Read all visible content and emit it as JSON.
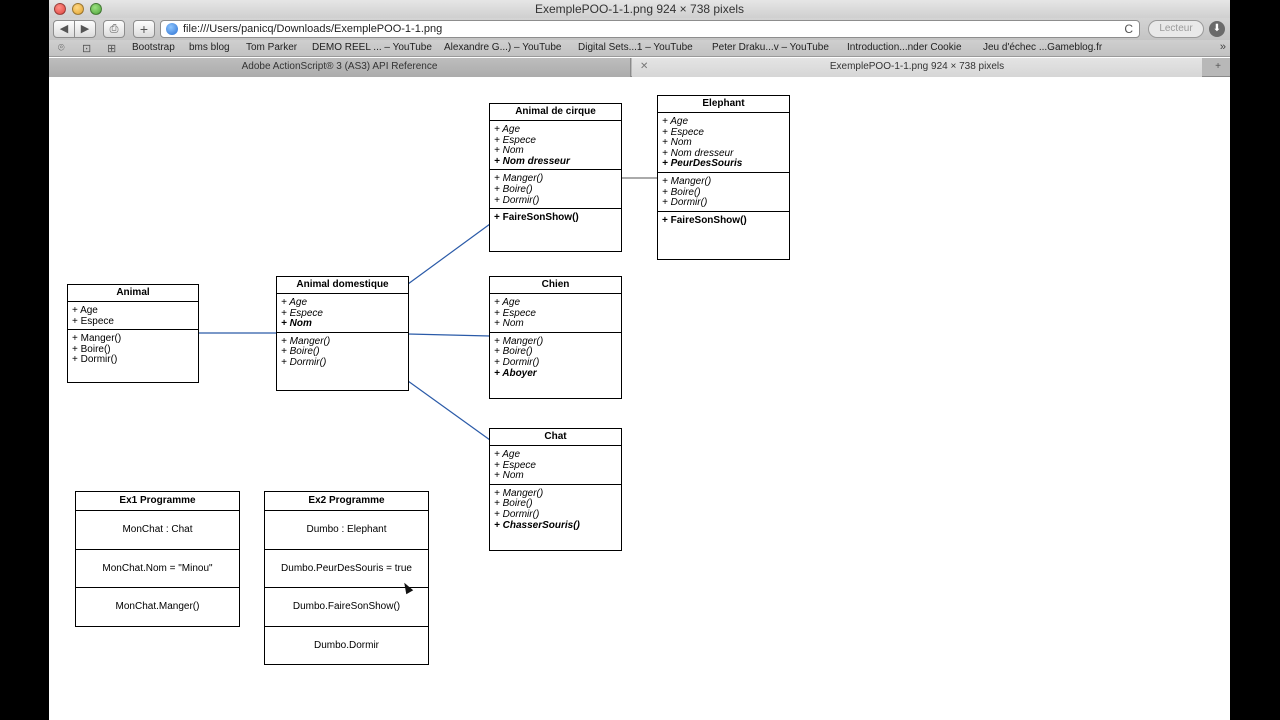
{
  "window": {
    "title": "ExemplePOO-1-1.png 924 × 738 pixels"
  },
  "toolbar": {
    "back": "◀",
    "forward": "▶",
    "add": "+",
    "url": "file:///Users/panicq/Downloads/ExemplePOO-1-1.png",
    "reload": "C",
    "reader_label": "Lecteur"
  },
  "bookmarks": [
    "Bootstrap",
    "bms blog",
    "Tom Parker",
    "DEMO REEL ... – YouTube",
    "Alexandre G...) – YouTube",
    "Digital Sets...1 – YouTube",
    "Peter Draku...v – YouTube",
    "Introduction...nder Cookie",
    "Jeu d'échec ...Gameblog.fr"
  ],
  "tabs": [
    {
      "label": "Adobe ActionScript® 3 (AS3) API Reference"
    },
    {
      "label": "ExemplePOO-1-1.png 924 × 738 pixels"
    }
  ],
  "diagram": {
    "animal": {
      "title": "Animal",
      "attributes": [
        "+ Age",
        "+ Espece"
      ],
      "methods": [
        "+ Manger()",
        "+ Boire()",
        "+ Dormir()"
      ]
    },
    "animal_domestique": {
      "title": "Animal domestique",
      "attributes": [
        "+ Age",
        "+ Espece",
        "+ Nom"
      ],
      "methods": [
        "+ Manger()",
        "+ Boire()",
        "+ Dormir()"
      ]
    },
    "animal_cirque": {
      "title": "Animal de cirque",
      "attributes": [
        "+ Age",
        "+ Espece",
        "+ Nom",
        "+ Nom dresseur"
      ],
      "methods": [
        "+ Manger()",
        "+ Boire()",
        "+ Dormir()"
      ],
      "extra": [
        "+ FaireSonShow()"
      ]
    },
    "elephant": {
      "title": "Elephant",
      "attributes": [
        "+ Age",
        "+ Espece",
        "+ Nom",
        "+ Nom dresseur",
        "+ PeurDesSouris"
      ],
      "methods": [
        "+ Manger()",
        "+ Boire()",
        "+ Dormir()"
      ],
      "extra": [
        "+ FaireSonShow()"
      ]
    },
    "chien": {
      "title": "Chien",
      "attributes": [
        "+ Age",
        "+ Espece",
        "+ Nom"
      ],
      "methods": [
        "+ Manger()",
        "+ Boire()",
        "+ Dormir()",
        "+ Aboyer"
      ]
    },
    "chat": {
      "title": "Chat",
      "attributes": [
        "+ Age",
        "+ Espece",
        "+ Nom"
      ],
      "methods": [
        "+ Manger()",
        "+ Boire()",
        "+ Dormir()",
        "+ ChasserSouris()"
      ]
    }
  },
  "programs": {
    "ex1": {
      "title": "Ex1 Programme",
      "rows": [
        "MonChat : Chat",
        "MonChat.Nom = \"Minou\"",
        "MonChat.Manger()"
      ]
    },
    "ex2": {
      "title": "Ex2 Programme",
      "rows": [
        "Dumbo : Elephant",
        "Dumbo.PeurDesSouris = true",
        "Dumbo.FaireSonShow()",
        "Dumbo.Dormir"
      ]
    }
  },
  "colors": {
    "connector": "#2a5aa8",
    "animal_connector": "#2a5aa8"
  }
}
